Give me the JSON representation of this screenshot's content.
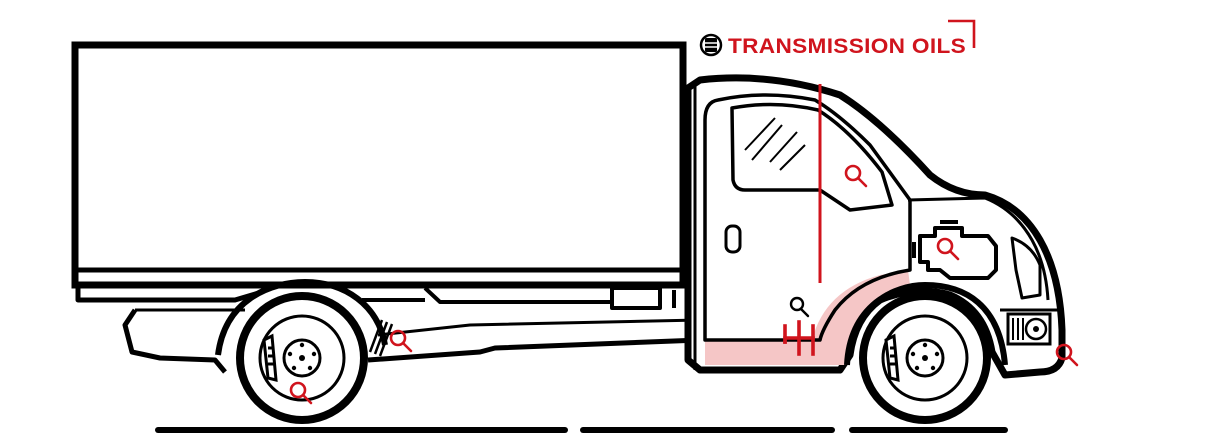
{
  "colors": {
    "accent": "#d0141d",
    "outline": "#000000",
    "highlight": "#f5c6c6",
    "background": "#ffffff"
  },
  "callout": {
    "label": "TRANSMISSION OILS",
    "icon": "oil-drum-icon"
  },
  "hotspots": [
    {
      "id": "cabin",
      "icon": "magnifier-icon"
    },
    {
      "id": "engine",
      "icon": "magnifier-icon"
    },
    {
      "id": "gearbox",
      "icon": "magnifier-icon"
    },
    {
      "id": "rear-axle",
      "icon": "magnifier-icon"
    },
    {
      "id": "rear-brake",
      "icon": "magnifier-icon"
    },
    {
      "id": "front-bumper",
      "icon": "magnifier-icon"
    }
  ],
  "icons": {
    "gearshift": "gearshift-icon",
    "engine": "engine-icon",
    "radiator": "radiator-fan-icon",
    "brake_caliper": "brake-caliper-icon"
  }
}
